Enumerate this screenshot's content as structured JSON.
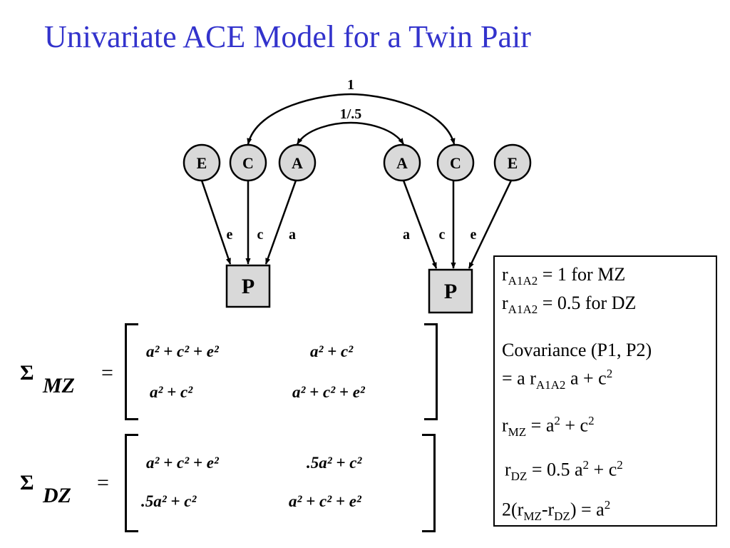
{
  "title": "Univariate ACE Model for a Twin Pair",
  "diagram": {
    "top_corr": "1",
    "inner_corr": "1/.5",
    "twin1": {
      "nodes": [
        "E",
        "C",
        "A"
      ],
      "paths": [
        "e",
        "c",
        "a"
      ],
      "phenotype": "P"
    },
    "twin2": {
      "nodes": [
        "A",
        "C",
        "E"
      ],
      "paths": [
        "a",
        "c",
        "e"
      ],
      "phenotype": "P"
    }
  },
  "matrices": {
    "mz": {
      "sigma": "Σ",
      "sub": "MZ",
      "eq": "=",
      "cells": [
        "a² + c² + e²",
        "a² + c²",
        "a² + c²",
        "a² + c² + e²"
      ]
    },
    "dz": {
      "sigma": "Σ",
      "sub": "DZ",
      "eq": "=",
      "cells": [
        "a² + c² + e²",
        ".5a² + c²",
        ".5a² + c²",
        "a² + c² + e²"
      ]
    }
  },
  "info": {
    "mz_corr": "rA1A2 = 1 for MZ",
    "dz_corr": "rA1A2 = 0.5 for DZ",
    "cov_title": "Covariance (P1, P2)",
    "cov_formula": "= a rA1A2 a + c2",
    "r_mz": "rMZ = a2 + c2",
    "r_dz": "rDZ = 0.5 a2 + c2",
    "a2": "2(rMZ-rDZ) = a2"
  }
}
